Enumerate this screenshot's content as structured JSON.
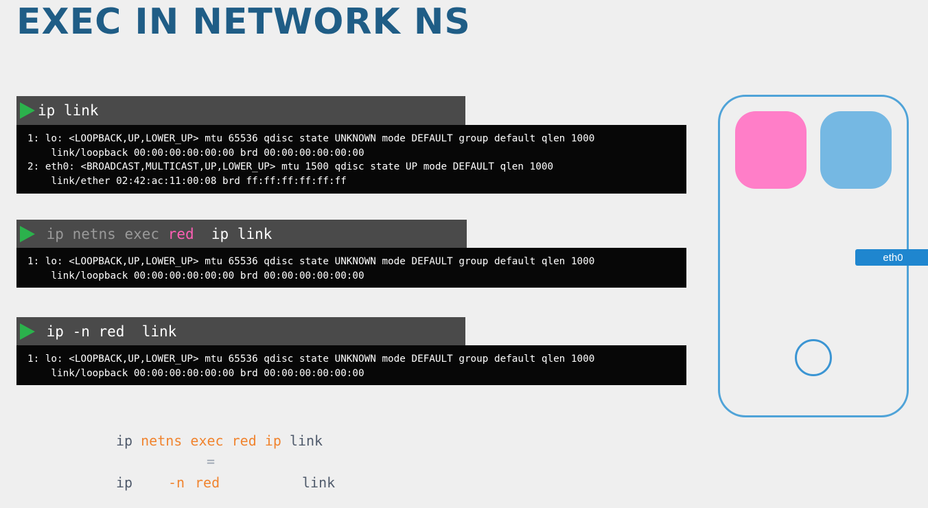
{
  "title": "EXEC IN NETWORK NS",
  "block1": {
    "command": "ip link",
    "output": "1: lo: <LOOPBACK,UP,LOWER_UP> mtu 65536 qdisc state UNKNOWN mode DEFAULT group default qlen 1000\n    link/loopback 00:00:00:00:00:00 brd 00:00:00:00:00:00\n2: eth0: <BROADCAST,MULTICAST,UP,LOWER_UP> mtu 1500 qdisc state UP mode DEFAULT qlen 1000\n    link/ether 02:42:ac:11:00:08 brd ff:ff:ff:ff:ff:ff"
  },
  "block2": {
    "cmd_prefix": "ip netns exec ",
    "cmd_ns": "red",
    "cmd_suffix": "  ip link",
    "output": "1: lo: <LOOPBACK,UP,LOWER_UP> mtu 65536 qdisc state UNKNOWN mode DEFAULT group default qlen 1000\n    link/loopback 00:00:00:00:00:00 brd 00:00:00:00:00:00"
  },
  "block3": {
    "command": "ip -n red  link",
    "output": "1: lo: <LOOPBACK,UP,LOWER_UP> mtu 65536 qdisc state UNKNOWN mode DEFAULT group default qlen 1000\n    link/loopback 00:00:00:00:00:00 brd 00:00:00:00:00:00"
  },
  "equivalence": {
    "line1": [
      "ip",
      "netns",
      "exec",
      "red",
      "ip",
      "link"
    ],
    "equals": "=",
    "line2": [
      "ip",
      "-n",
      "red",
      "link"
    ]
  },
  "diagram": {
    "interface_label": "eth0"
  },
  "colors": {
    "title": "#1f5d86",
    "play": "#2bb24c",
    "namespace_red": "#ff7ec8",
    "namespace_blue": "#75b8e3",
    "interface": "#1f86cf",
    "highlight": "#f0842f"
  }
}
